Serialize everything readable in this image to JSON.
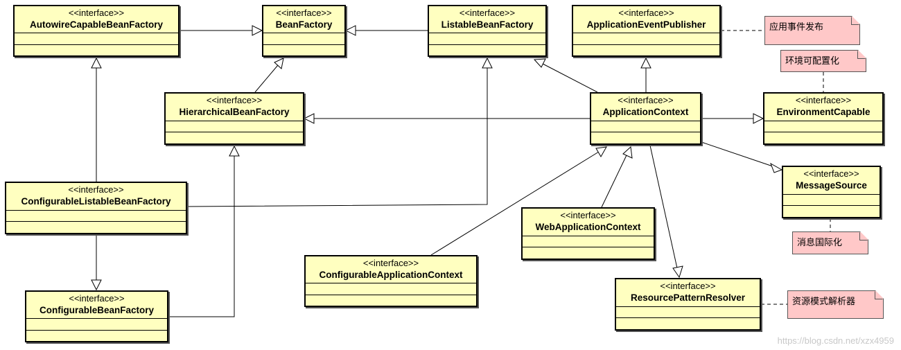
{
  "stereotype": "<<interface>>",
  "classes": {
    "autowire": {
      "name": "AutowireCapableBeanFactory"
    },
    "beanfactory": {
      "name": "BeanFactory"
    },
    "listable": {
      "name": "ListableBeanFactory"
    },
    "publisher": {
      "name": "ApplicationEventPublisher"
    },
    "hierarchical": {
      "name": "HierarchicalBeanFactory"
    },
    "appcontext": {
      "name": "ApplicationContext"
    },
    "environment": {
      "name": "EnvironmentCapable"
    },
    "configlistable": {
      "name": "ConfigurableListableBeanFactory"
    },
    "messagesource": {
      "name": "MessageSource"
    },
    "webapp": {
      "name": "WebApplicationContext"
    },
    "configapp": {
      "name": "ConfigurableApplicationContext"
    },
    "configbean": {
      "name": "ConfigurableBeanFactory"
    },
    "resolver": {
      "name": "ResourcePatternResolver"
    }
  },
  "notes": {
    "publisher": "应用事件发布",
    "environment": "环境可配置化",
    "messagesource": "消息国际化",
    "resolver": "资源模式解析器"
  },
  "watermark": "https://blog.csdn.net/xzx4959",
  "colors": {
    "class_fill": "#ffffc0",
    "note_fill": "#ffc8c8",
    "line": "#000000"
  }
}
